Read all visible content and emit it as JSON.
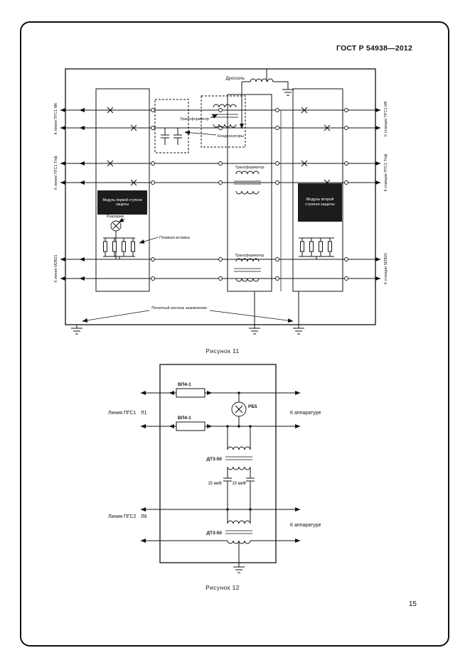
{
  "page": {
    "header": "ГОСТ Р 54938—2012",
    "page_number": "15"
  },
  "figure11": {
    "caption": "Рисунок 11",
    "left_labels": {
      "line1": "К линии ПГС1 МК",
      "line2": "К линии ПГС1 Тлф",
      "line3": "К линии М2В21"
    },
    "right_labels": {
      "line1": "К станции ПГС1 МК",
      "line2": "К станции ПГС1 Тлф",
      "line3": "К станции М2В21"
    },
    "labels": {
      "choke": "Дроссель",
      "transformer_top": "Трансформатор",
      "capacitors": "Конденсаторы",
      "transformer_mid": "Трансформатор",
      "transformer_bottom": "Трансформатор",
      "module_first": "Модуль первой ступени защиты",
      "arrester": "Разрядник",
      "fusible_link": "Плавкая вставка",
      "module_second": "Модуль второй ступени защиты",
      "printed_wiring": "Печатный монтаж заземления"
    }
  },
  "figure12": {
    "caption": "Рисунок 12",
    "labels": {
      "fuse_top": "ВП4-1",
      "fuse_bottom": "ВП4-1",
      "arrester": "РБ5",
      "line_pgs1": "Линия ПГС1",
      "wire_l1": "Л1",
      "to_equipment_top": "К аппаратуре",
      "transformer_top": "ДТ3-50",
      "cap_left": "15 мкФ",
      "cap_right": "15 мкФ",
      "line_pgs2": "Линия ПГС2",
      "wire_l6": "Л6",
      "to_equipment_bottom": "К аппаратуре",
      "transformer_bottom": "ДТ3-50"
    }
  }
}
